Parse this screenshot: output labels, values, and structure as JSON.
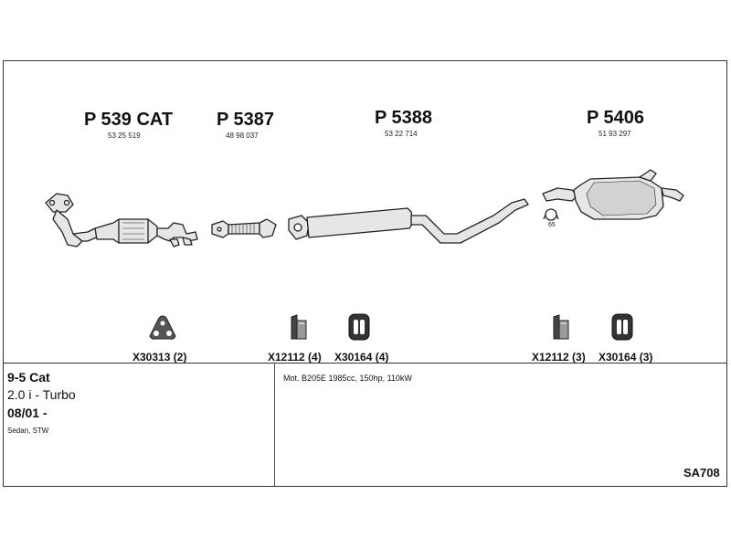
{
  "parts": [
    {
      "code": "P 539 CAT",
      "oem": "53 25 519"
    },
    {
      "code": "P 5387",
      "oem": "48 98 037"
    },
    {
      "code": "P 5388",
      "oem": "53 22 714"
    },
    {
      "code": "P 5406",
      "oem": "51 93 297"
    }
  ],
  "diameter_label": "65",
  "kits": [
    {
      "code": "X30313 (2)"
    },
    {
      "code": "X12112 (4)"
    },
    {
      "code": "X30164 (4)"
    },
    {
      "code": "X12112 (3)"
    },
    {
      "code": "X30164 (3)"
    }
  ],
  "vehicle": {
    "model": "9-5 Cat",
    "engine": "2.0 i - Turbo",
    "date": "08/01 -",
    "body": "Sedan, STW"
  },
  "engine_spec": "Mot. B205E 1985cc, 150hp, 110kW",
  "ref": "SA708"
}
